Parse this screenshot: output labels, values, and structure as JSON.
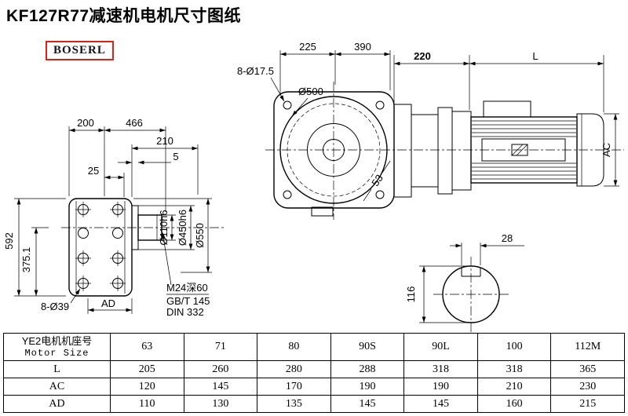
{
  "title": "KF127R77减速机电机尺寸图纸",
  "brand": "BOSERL",
  "drawing": {
    "front": {
      "bolt_callout": "8-Ø17.5",
      "dim_225": "225",
      "dim_390": "390",
      "dim_220": "220",
      "dim_L": "L",
      "dia_500": "Ø500",
      "dim_53": "53",
      "dim_AC": "AC"
    },
    "side": {
      "dim_200": "200",
      "dim_466": "466",
      "dim_210": "210",
      "dim_5": "5",
      "dim_25": "25",
      "dim_592": "592",
      "dim_375": "375.1",
      "bolt_callout": "8-Ø39",
      "dim_AD": "AD",
      "dia_110": "Ø110h6",
      "dia_450": "Ø450h6",
      "dia_550": "Ø550",
      "thread": "M24深60",
      "std1": "GB/T 145",
      "std2": "DIN 332"
    },
    "section": {
      "dim_28": "28",
      "dim_116": "116"
    }
  },
  "table": {
    "col0_line1": "YE2电机机座号",
    "col0_line2": "Motor Size",
    "sizes": [
      "63",
      "71",
      "80",
      "90S",
      "90L",
      "100",
      "112M"
    ],
    "rows": [
      {
        "label": "L",
        "values": [
          "205",
          "260",
          "280",
          "288",
          "318",
          "318",
          "365"
        ]
      },
      {
        "label": "AC",
        "values": [
          "120",
          "145",
          "170",
          "190",
          "190",
          "210",
          "230"
        ]
      },
      {
        "label": "AD",
        "values": [
          "110",
          "130",
          "135",
          "145",
          "145",
          "160",
          "215"
        ]
      }
    ]
  }
}
